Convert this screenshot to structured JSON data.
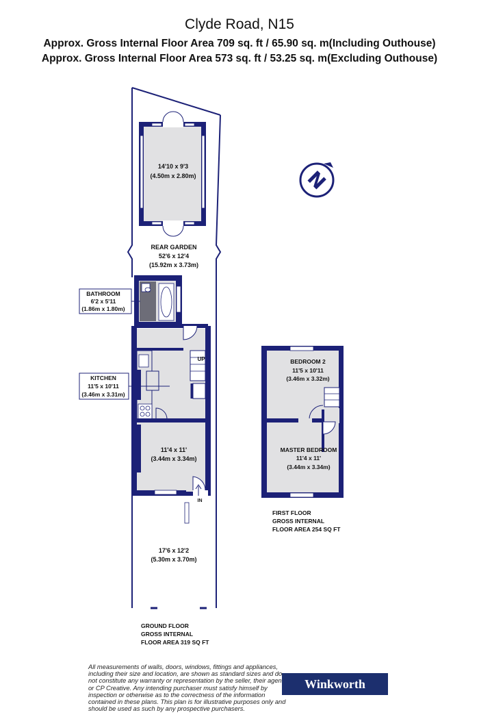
{
  "header": {
    "title": "Clyde Road, N15",
    "line1": "Approx. Gross Internal Floor Area 709 sq. ft / 65.90 sq. m(Including Outhouse)",
    "line2": "Approx. Gross Internal Floor Area 573 sq. ft / 53.25 sq. m(Excluding Outhouse)"
  },
  "ground_floor": {
    "outhouse": {
      "dims_imperial": "14'10 x 9'3",
      "dims_metric": "(4.50m x 2.80m)"
    },
    "rear_garden": {
      "label": "REAR GARDEN",
      "dims_imperial": "52'6 x 12'4",
      "dims_metric": "(15.92m x 3.73m)"
    },
    "bathroom": {
      "label": "BATHROOM",
      "dims_imperial": "6'2 x 5'11",
      "dims_metric": "(1.86m x 1.80m)"
    },
    "kitchen": {
      "label": "KITCHEN",
      "dims_imperial": "11'5 x 10'11",
      "dims_metric": "(3.46m x 3.31m)"
    },
    "up_label": "UP",
    "reception": {
      "dims_imperial": "11'4 x 11'",
      "dims_metric": "(3.44m x 3.34m)"
    },
    "entrance_label": "IN",
    "front_garden": {
      "dims_imperial": "17'6 x 12'2",
      "dims_metric": "(5.30m x 3.70m)"
    },
    "floor_label": [
      "GROUND FLOOR",
      "GROSS INTERNAL",
      "FLOOR AREA 319 SQ FT"
    ]
  },
  "first_floor": {
    "bedroom2": {
      "label": "BEDROOM 2",
      "dims_imperial": "11'5 x 10'11",
      "dims_metric": "(3.46m x 3.32m)"
    },
    "master_bedroom": {
      "label": "MASTER BEDROOM",
      "dims_imperial": "11'4 x 11'",
      "dims_metric": "(3.44m x 3.34m)"
    },
    "floor_label": [
      "FIRST FLOOR",
      "GROSS INTERNAL",
      "FLOOR AREA 254 SQ FT"
    ]
  },
  "compass_letter": "N",
  "disclaimer": "All measurements of walls, doors, windows, fittings and appliances, including their size and location, are shown as standard sizes and do not constitute any warranty or representation by the seller, their agent or CP Creative. Any intending purchaser must satisfy himself by inspection or otherwise as to the correctness of the information contained in these plans. This plan is for illustrative purposes only and should be used as such by any prospective purchasers.",
  "brand": "Winkworth",
  "colors": {
    "wall": "#1c2177",
    "floor": "#e1e1e3",
    "brand_bg": "#1c2f6e"
  }
}
